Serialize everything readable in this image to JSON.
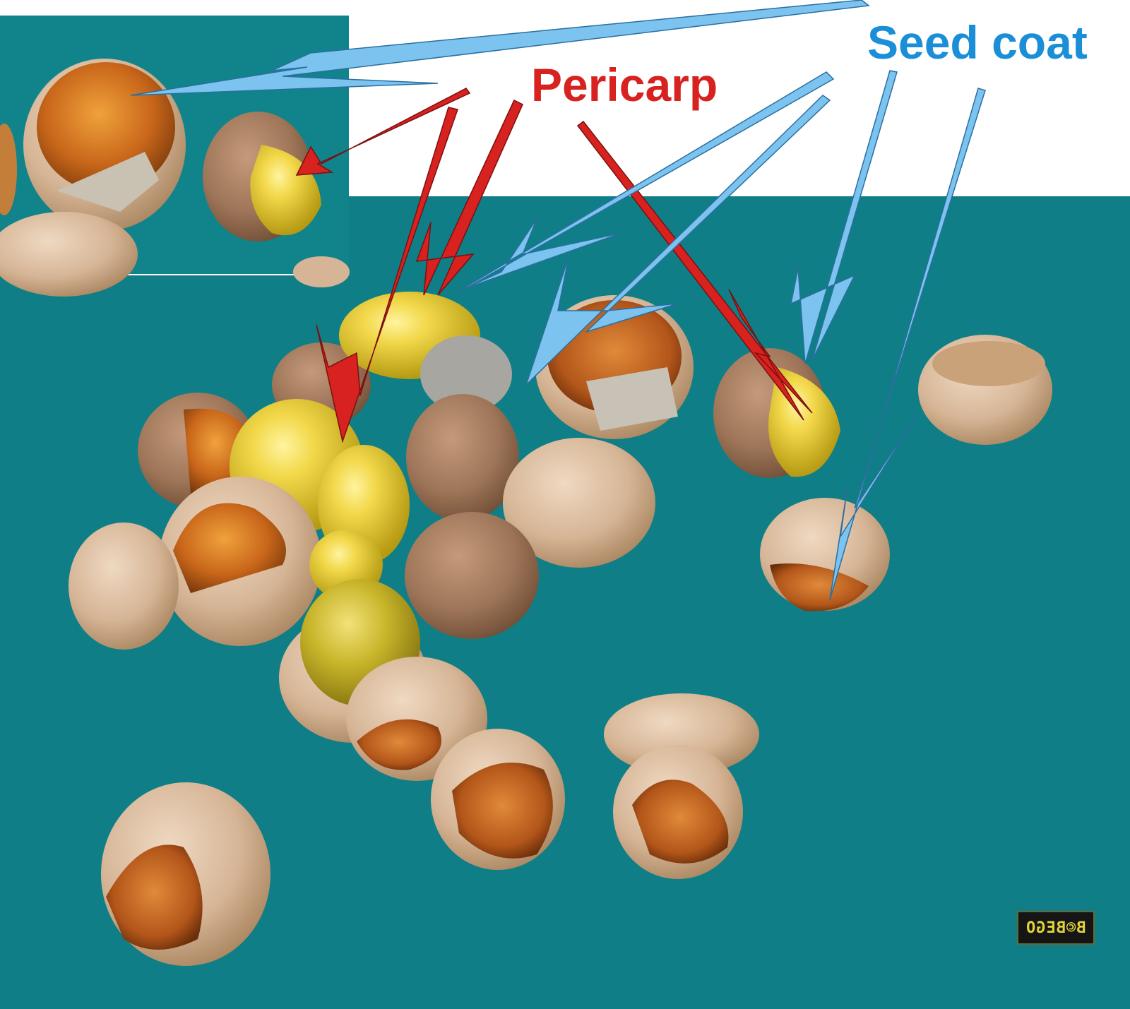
{
  "labels": {
    "pericarp": "Pericarp",
    "seed_coat": "Seed coat"
  },
  "watermark": {
    "text": "B©BEGO"
  },
  "colors": {
    "background_teal": "#0f7e86",
    "pericarp_red": "#d7221f",
    "seed_coat_blue": "#1a8fd8",
    "arrow_blue": "#7cc3ef",
    "white_panel": "#ffffff",
    "watermark_text": "#e0d23a"
  },
  "photo_subject": "cracked seeds with yellow pericarp and brown/beige seed coat shells on a teal surface"
}
